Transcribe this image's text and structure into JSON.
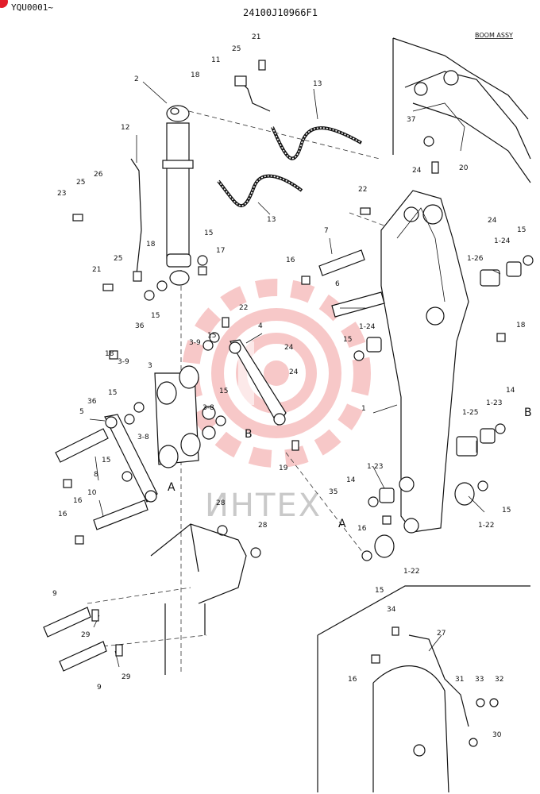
{
  "header": {
    "code": "YQU0001~",
    "drawing_number": "24100J10966F1"
  },
  "assembly_label": "BOOM ASSY",
  "watermark": "ИНТЕХ",
  "reference_marks": [
    "A",
    "A",
    "B",
    "B"
  ],
  "part_labels": [
    "21",
    "25",
    "11",
    "18",
    "2",
    "13",
    "12",
    "26",
    "25",
    "23",
    "18",
    "15",
    "17",
    "21",
    "25",
    "36",
    "15",
    "13",
    "37",
    "20",
    "24",
    "22",
    "24",
    "7",
    "16",
    "1-26",
    "1-24",
    "15",
    "6",
    "22",
    "18",
    "4",
    "3-9",
    "15",
    "24",
    "24",
    "1-24",
    "15",
    "18",
    "3-9",
    "3",
    "15",
    "36",
    "15",
    "5",
    "3-8",
    "3-8",
    "1",
    "1-25",
    "1-23",
    "14",
    "19",
    "8",
    "15",
    "16",
    "10",
    "16",
    "1-23",
    "14",
    "35",
    "16",
    "15",
    "1-22",
    "1-22",
    "15",
    "28",
    "28",
    "9",
    "29",
    "9",
    "29",
    "34",
    "27",
    "16",
    "31",
    "33",
    "32",
    "30"
  ],
  "colors": {
    "line": "#111111",
    "watermark_gear": "#f4b5b5",
    "watermark_text": "#c9c9c9",
    "badge": "#e21d2a"
  }
}
